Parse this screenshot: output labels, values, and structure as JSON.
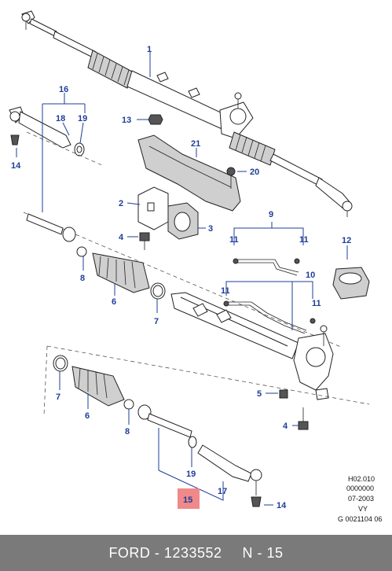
{
  "callouts": {
    "c1": "1",
    "c2": "2",
    "c3": "3",
    "c4a": "4",
    "c4b": "4",
    "c5": "5",
    "c6a": "6",
    "c6b": "6",
    "c7a": "7",
    "c7b": "7",
    "c8a": "8",
    "c8b": "8",
    "c9": "9",
    "c10": "10",
    "c11a": "11",
    "c11b": "11",
    "c11c": "11",
    "c11d": "11",
    "c12": "12",
    "c13": "13",
    "c14a": "14",
    "c14b": "14",
    "c15": "15",
    "c16": "16",
    "c17": "17",
    "c18": "18",
    "c19a": "19",
    "c19b": "19",
    "c20": "20",
    "c21": "21"
  },
  "stamp": {
    "line1": "H02.010",
    "line2": "0000000",
    "line3": "07-2003",
    "line4": "VY",
    "line5": "G 0021104 06"
  },
  "footer": {
    "part_ref": "FORD - 1233552",
    "position": "N - 15"
  },
  "colors": {
    "callout_text": "#1f3d99",
    "highlight_box": "#f08a8a",
    "footer_bg": "#7a7a7a",
    "footer_text": "#ffffff"
  }
}
